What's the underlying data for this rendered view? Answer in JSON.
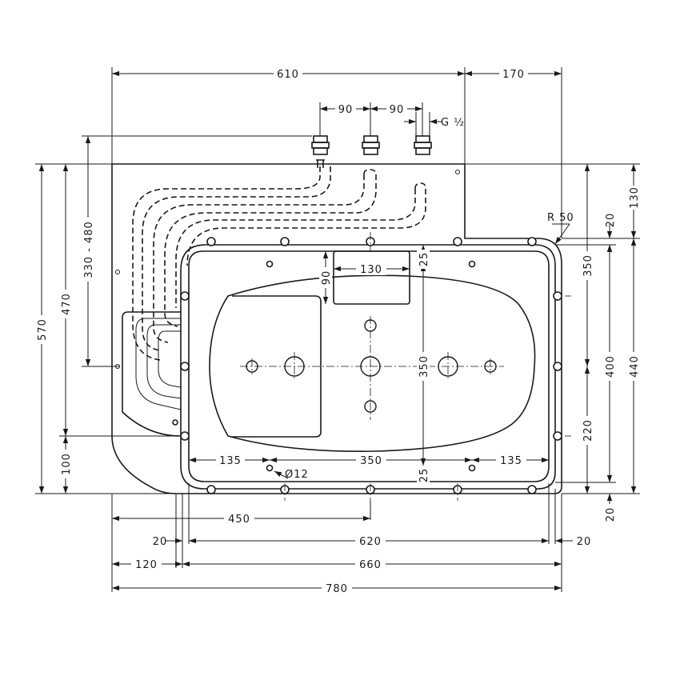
{
  "dimensions": {
    "top_610": "610",
    "top_170": "170",
    "spacing_90_a": "90",
    "spacing_90_b": "90",
    "thread": "G ½",
    "radius": "R 50",
    "right_130": "130",
    "right_20_top": "20",
    "right_350": "350",
    "right_400": "400",
    "right_440": "440",
    "right_220": "220",
    "right_20_bottom": "20",
    "left_570": "570",
    "left_470": "470",
    "left_330_480": "330 - 480",
    "left_100": "100",
    "panel_130": "130",
    "panel_90": "90",
    "panel_25_top": "25",
    "panel_350_vert": "350",
    "panel_135_left": "135",
    "panel_350_horiz": "350",
    "panel_135_right": "135",
    "panel_25_bottom": "25",
    "hole_diameter": "Ø12",
    "bottom_450": "450",
    "bottom_20_left": "20",
    "bottom_620": "620",
    "bottom_20_right": "20",
    "bottom_120": "120",
    "bottom_660": "660",
    "bottom_780": "780"
  }
}
